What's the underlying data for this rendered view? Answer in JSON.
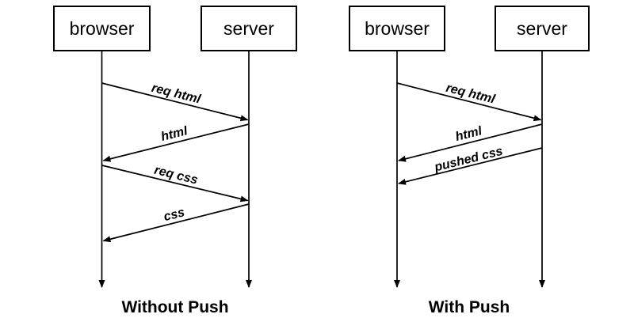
{
  "colors": {
    "line": "#000000",
    "background": "#ffffff"
  },
  "diagrams": [
    {
      "caption": "Without Push",
      "actors": [
        {
          "label": "browser"
        },
        {
          "label": "server"
        }
      ],
      "messages": [
        {
          "label": "req html",
          "from": "browser",
          "to": "server"
        },
        {
          "label": "html",
          "from": "server",
          "to": "browser"
        },
        {
          "label": "req css",
          "from": "browser",
          "to": "server"
        },
        {
          "label": "css",
          "from": "server",
          "to": "browser"
        }
      ]
    },
    {
      "caption": "With Push",
      "actors": [
        {
          "label": "browser"
        },
        {
          "label": "server"
        }
      ],
      "messages": [
        {
          "label": "req html",
          "from": "browser",
          "to": "server"
        },
        {
          "label": "html",
          "from": "server",
          "to": "browser"
        },
        {
          "label": "pushed css",
          "from": "server",
          "to": "browser"
        }
      ]
    }
  ]
}
